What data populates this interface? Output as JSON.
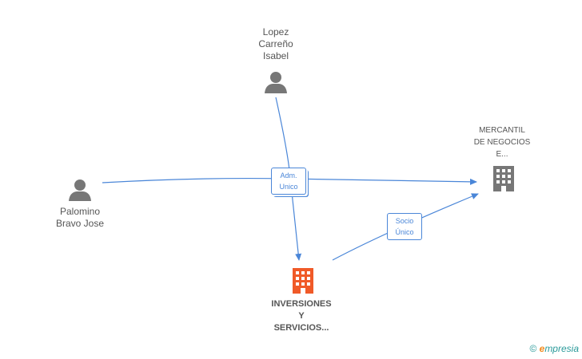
{
  "nodes": {
    "lopez": {
      "label": "Lopez\nCarreño\nIsabel",
      "icon": "person-icon"
    },
    "palomino": {
      "label": "Palomino\nBravo Jose",
      "icon": "person-icon"
    },
    "mercantil": {
      "label": "MERCANTIL\nDE NEGOCIOS\nE...",
      "icon": "building-icon"
    },
    "inversiones": {
      "label": "INVERSIONES\nY\nSERVICIOS...",
      "icon": "building-icon",
      "color": "#f05a28"
    }
  },
  "edges": {
    "adm_unico": "Adm.\nUnico",
    "socio_unico": "Socio\nÚnico"
  },
  "colors": {
    "edge": "#4a86d8",
    "person": "#777777",
    "building_gray": "#777777",
    "building_main": "#f05a28"
  },
  "footer": {
    "copyright": "©",
    "brand_rest": "mpresia",
    "brand_initial": "e"
  }
}
